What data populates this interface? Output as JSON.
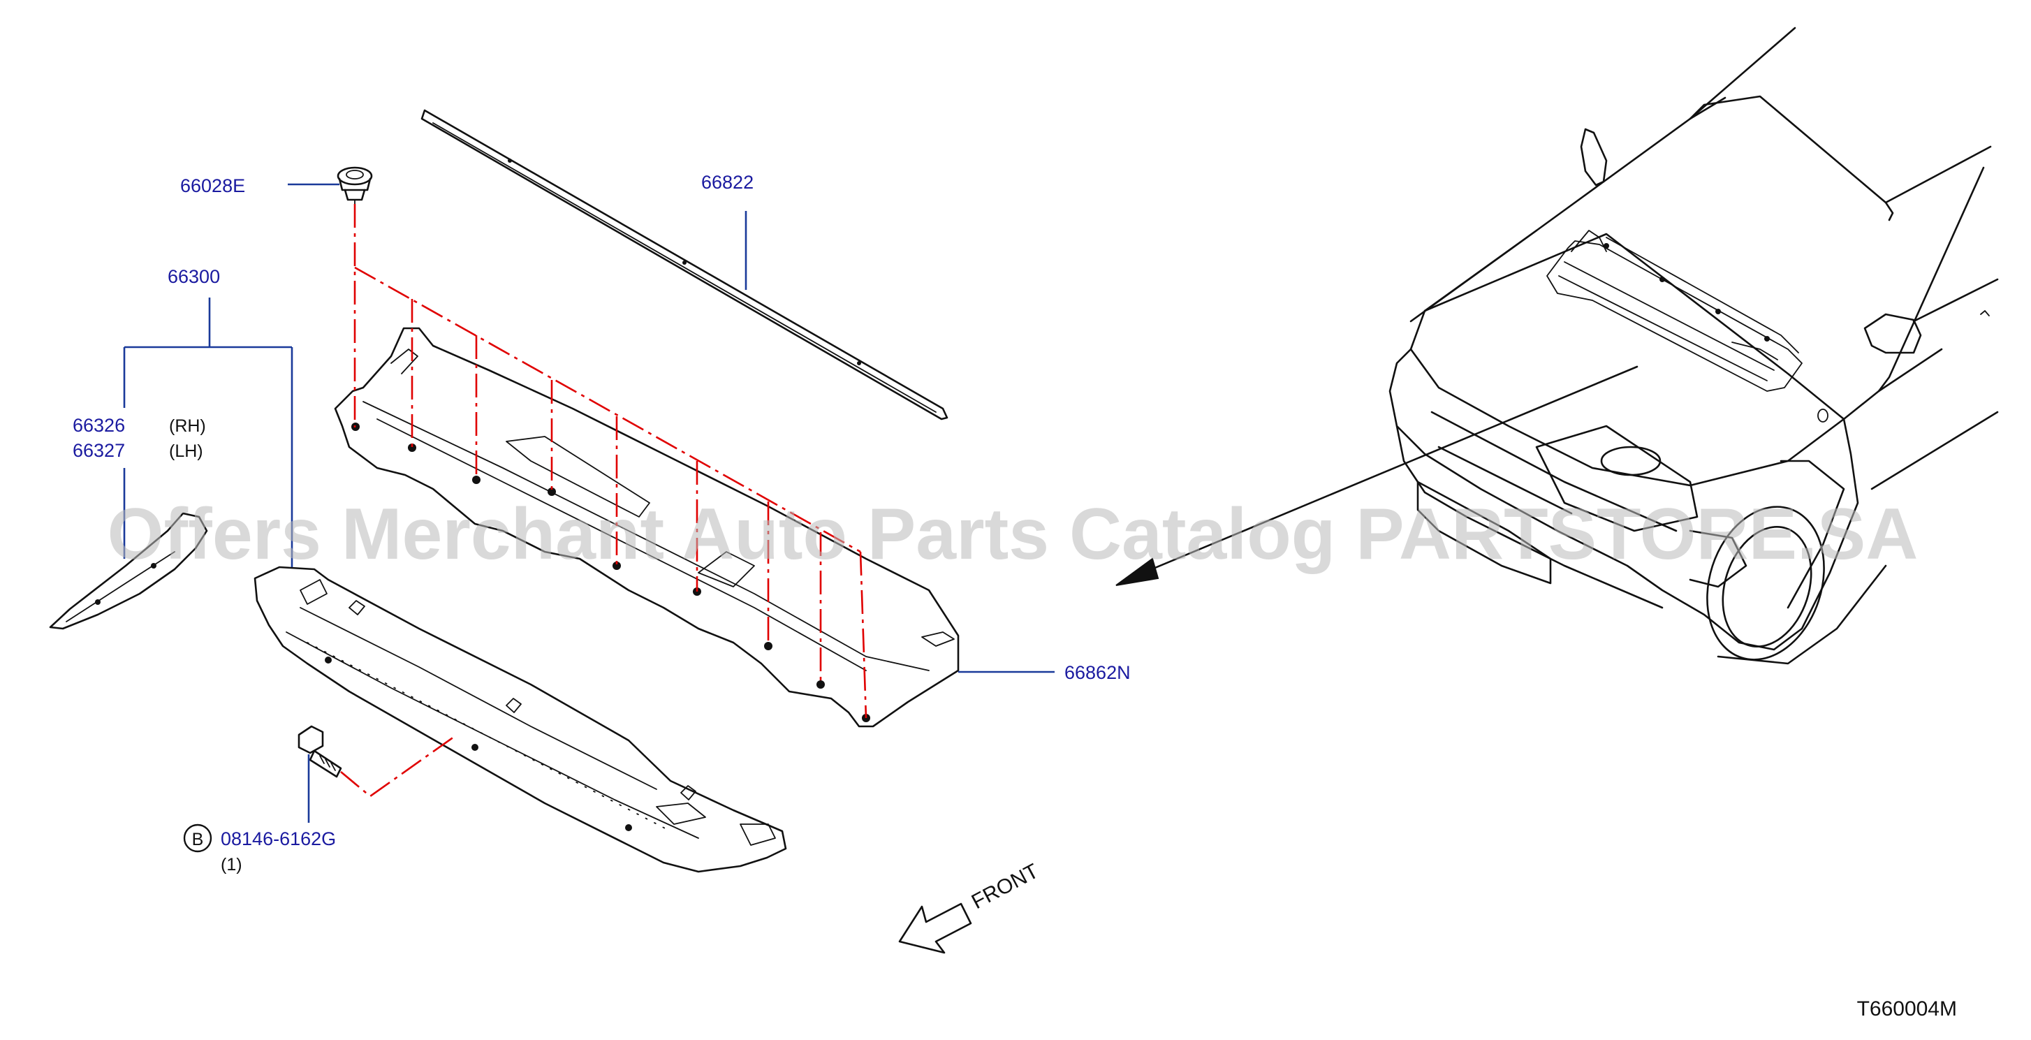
{
  "diagram": {
    "reference": "T660004M",
    "watermark": "Offers Merchant Auto Parts Catalog PARTSTORE.SA",
    "direction": "FRONT",
    "colors": {
      "label": "#1a1aa0",
      "leader": "#1a3a9a",
      "guide": "#e00000",
      "line": "#111111"
    },
    "parts": {
      "clip": "66028E",
      "seal": "66822",
      "assembly": "66300",
      "cowl_rh": "66326",
      "cowl_rh_side": "(RH)",
      "cowl_lh": "66327",
      "cowl_lh_side": "(LH)",
      "cowl_top": "66862N",
      "bolt_marker": "B",
      "bolt": "08146-6162G",
      "bolt_qty": "(1)"
    }
  }
}
